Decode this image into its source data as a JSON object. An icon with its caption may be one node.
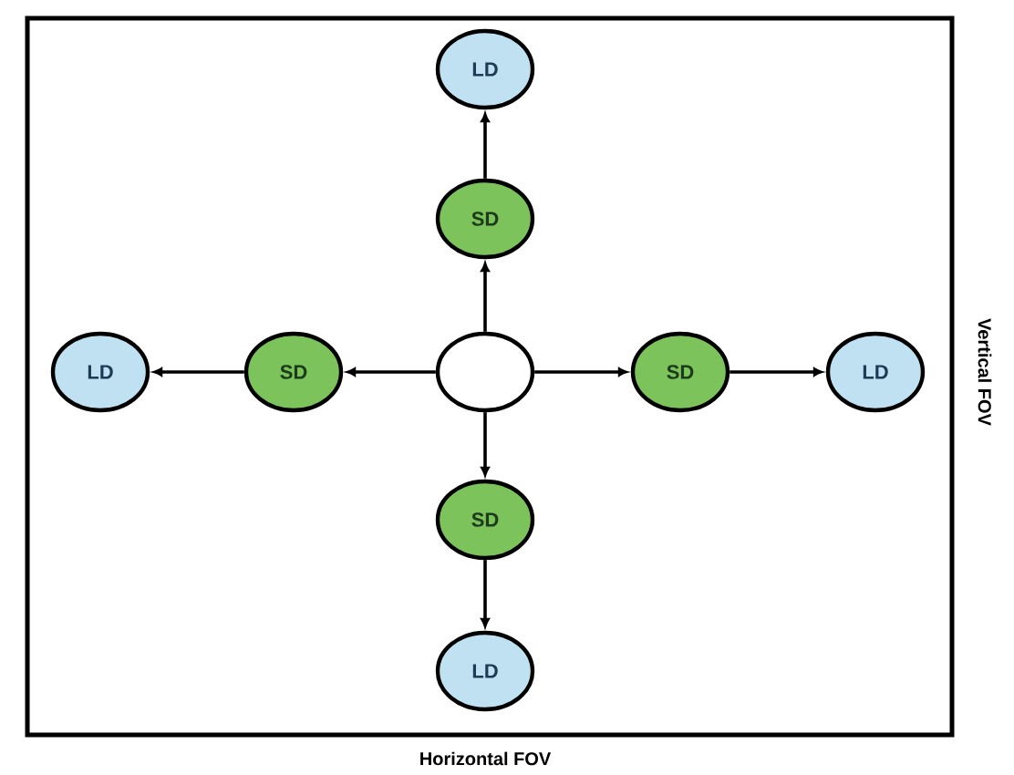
{
  "diagram": {
    "nodes": [
      {
        "text": [
          "LD"
        ]
      },
      {
        "text": [
          "SD"
        ]
      },
      {
        "text": [
          "LD"
        ]
      },
      {
        "text": [
          "SD"
        ]
      },
      {
        "text": [],
        "shape": "circle"
      },
      {
        "text": [
          "SD"
        ]
      },
      {
        "text": [
          "LD"
        ]
      },
      {
        "text": [
          "SD"
        ]
      },
      {
        "text": [
          "LD"
        ]
      }
    ],
    "edges": [
      {
        "from": 4,
        "to": 1,
        "arrow": "to"
      },
      {
        "from": 1,
        "to": 0,
        "arrow": "to"
      },
      {
        "from": 4,
        "to": 3,
        "arrow": "to"
      },
      {
        "from": 3,
        "to": 2,
        "arrow": "to"
      },
      {
        "from": 4,
        "to": 5,
        "arrow": "to"
      },
      {
        "from": 5,
        "to": 6,
        "arrow": "to"
      },
      {
        "from": 4,
        "to": 7,
        "arrow": "to"
      },
      {
        "from": 7,
        "to": 8,
        "arrow": "to"
      }
    ],
    "labels": [
      "Vertical FOV",
      "Horizontal FOV"
    ]
  }
}
